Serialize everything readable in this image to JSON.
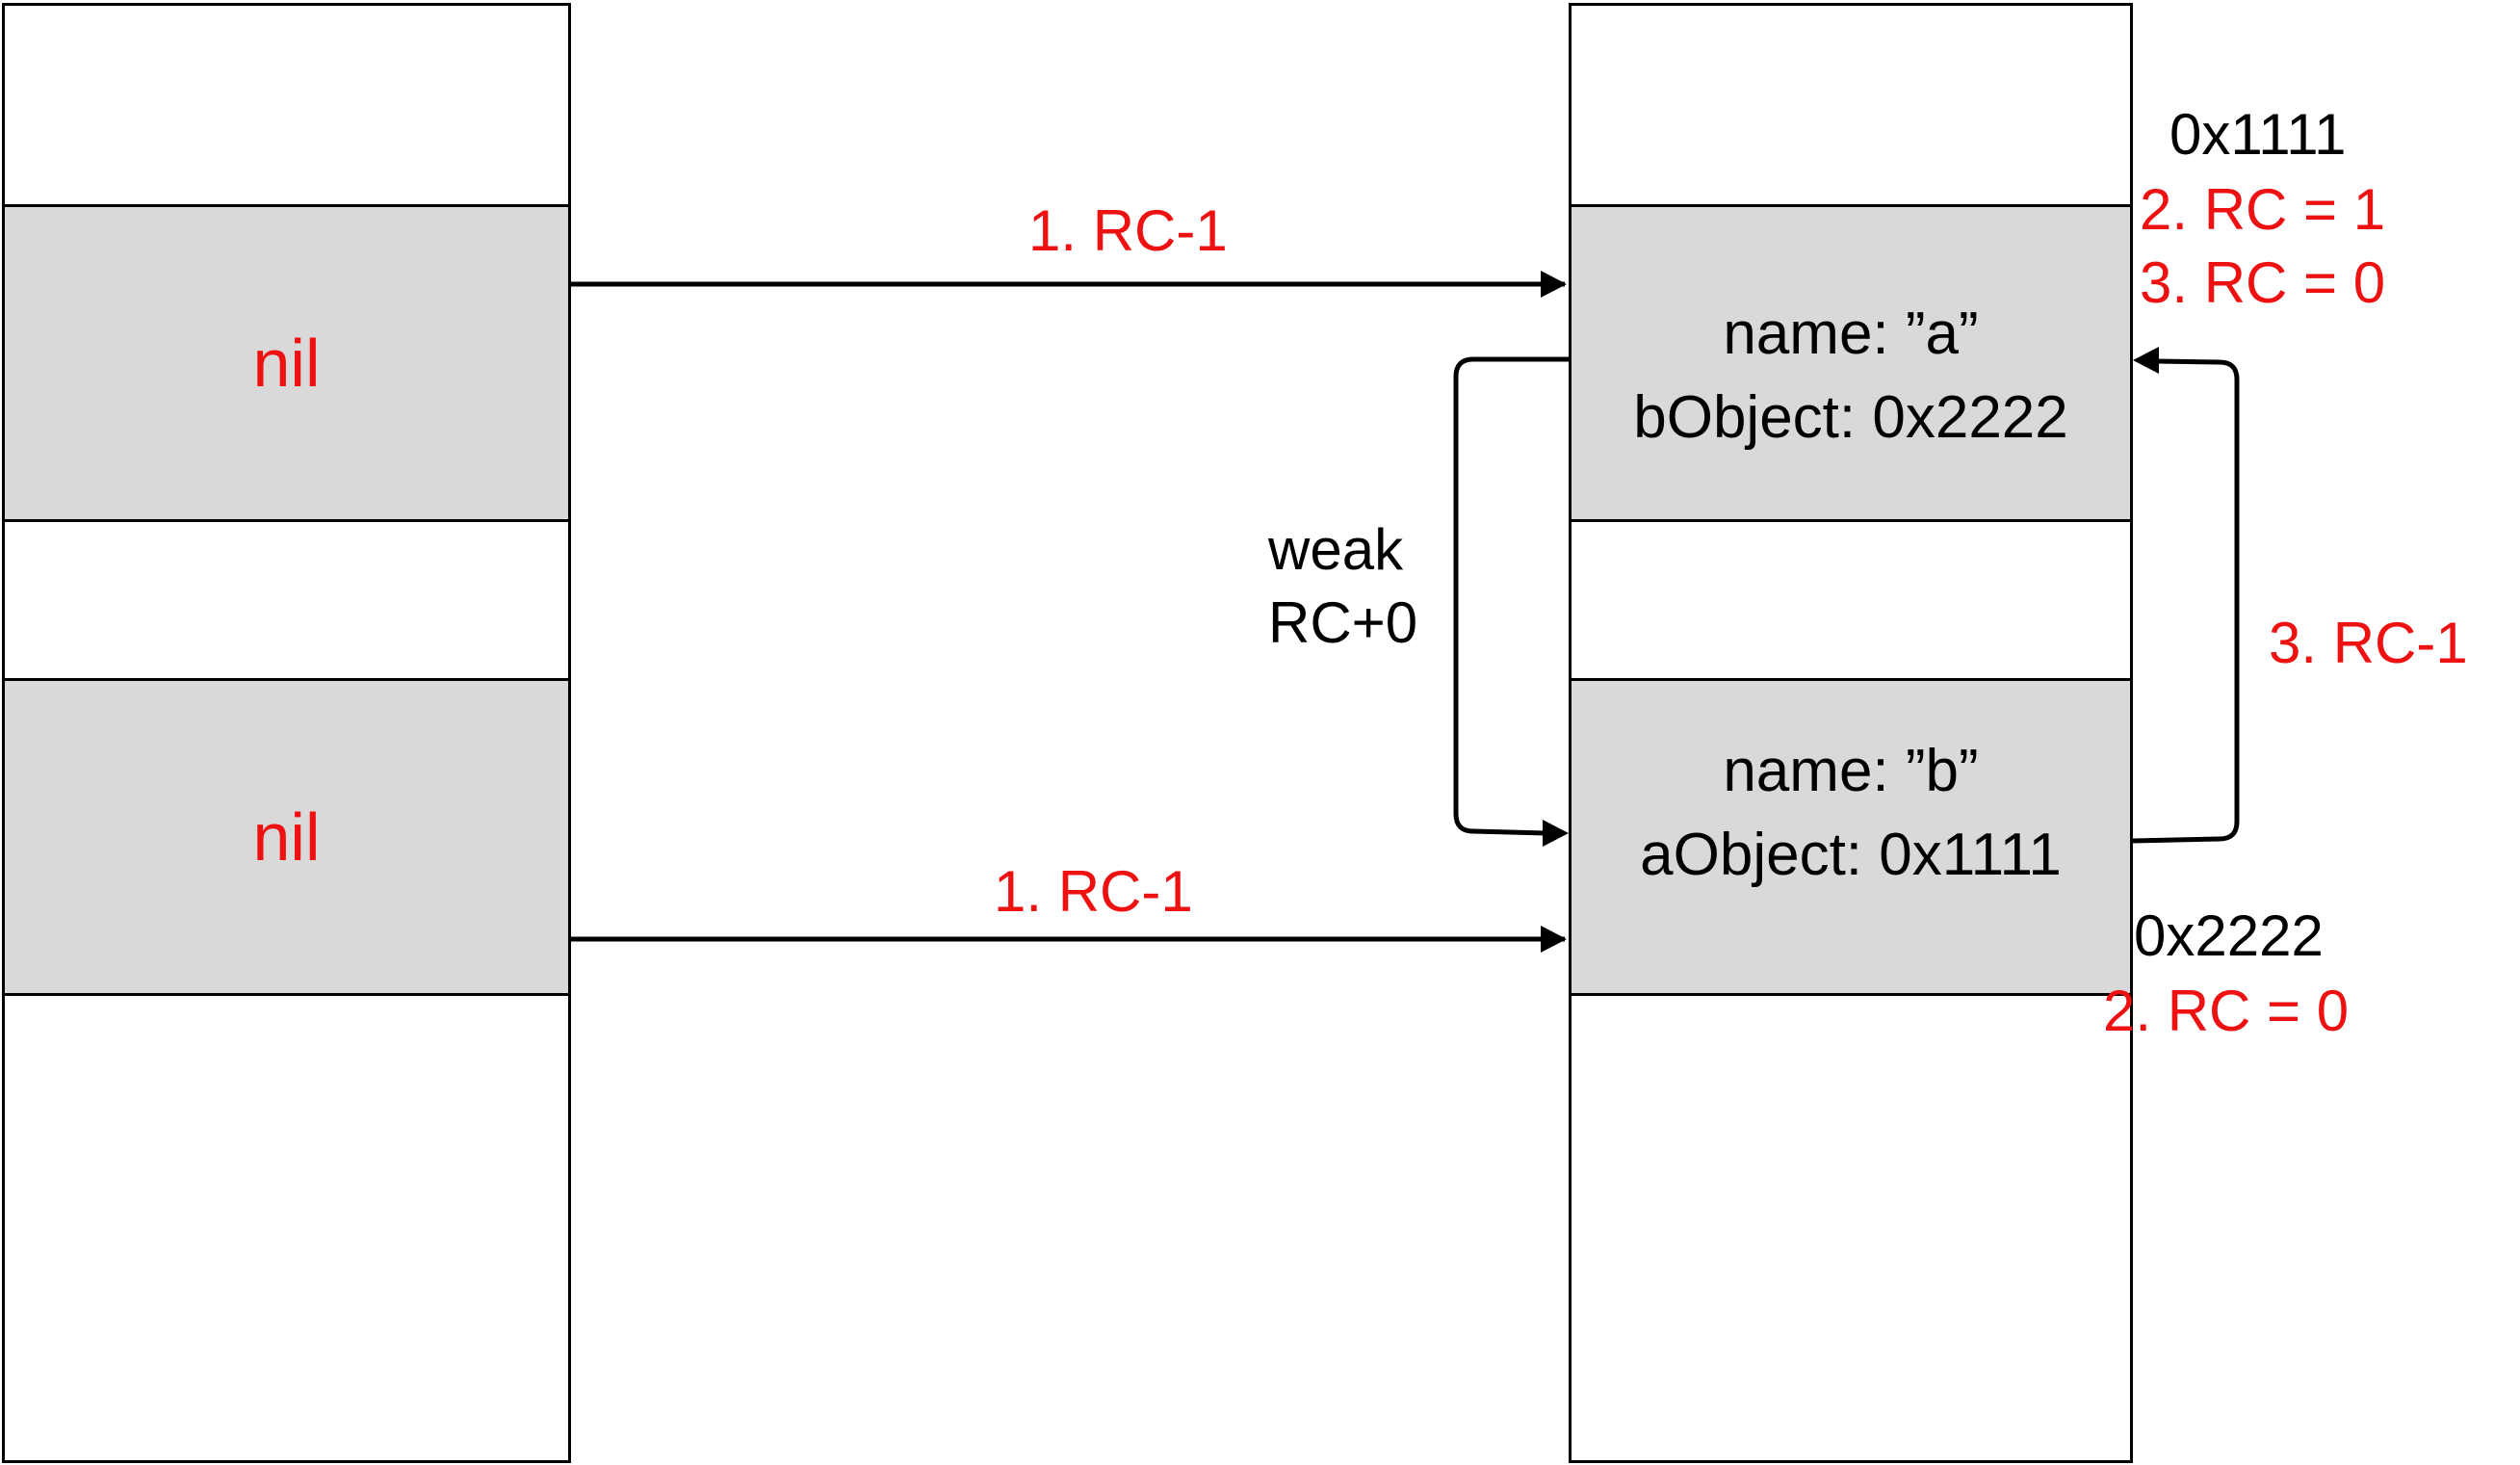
{
  "colors": {
    "red": "#ee1111",
    "black": "#000000",
    "cell_fill": "#d9d9d9"
  },
  "stack": {
    "top_cell": "nil",
    "bottom_cell": "nil"
  },
  "heap": {
    "object_a": {
      "line1": "name: ”a”",
      "line2": "bObject: 0x2222"
    },
    "object_b": {
      "line1": "name: ”b”",
      "line2": "aObject: 0x1111"
    }
  },
  "labels": {
    "arrow_top": "1. RC-1",
    "arrow_bottom": "1. RC-1",
    "weak_line1": "weak",
    "weak_line2": "RC+0",
    "right_arrow": "3. RC-1",
    "addr_a": "0x1111",
    "addr_a_rc1": "2. RC = 1",
    "addr_a_rc2": "3. RC = 0",
    "addr_b": "0x2222",
    "addr_b_rc": "2. RC = 0"
  }
}
